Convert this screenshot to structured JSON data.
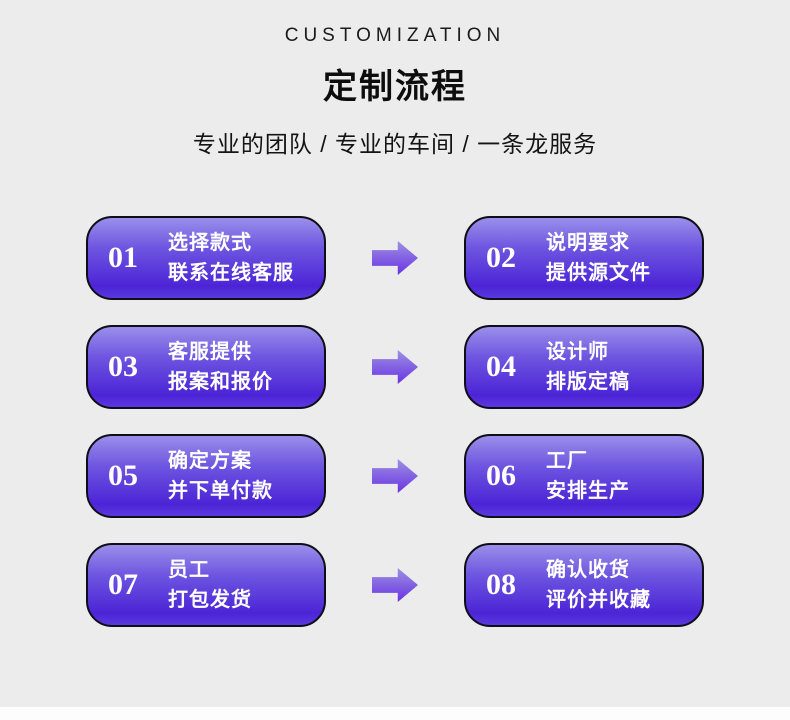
{
  "header": {
    "eyebrow": "CUSTOMIZATION",
    "title": "定制流程",
    "subtitle": "专业的团队 / 专业的车间 / 一条龙服务"
  },
  "steps": [
    {
      "number": "01",
      "line1": "选择款式",
      "line2": "联系在线客服"
    },
    {
      "number": "02",
      "line1": "说明要求",
      "line2": "提供源文件"
    },
    {
      "number": "03",
      "line1": "客服提供",
      "line2": "报案和报价"
    },
    {
      "number": "04",
      "line1": "设计师",
      "line2": "排版定稿"
    },
    {
      "number": "05",
      "line1": "确定方案",
      "line2": "并下单付款"
    },
    {
      "number": "06",
      "line1": "工厂",
      "line2": "安排生产"
    },
    {
      "number": "07",
      "line1": "员工",
      "line2": "打包发货"
    },
    {
      "number": "08",
      "line1": "确认收货",
      "line2": "评价并收藏"
    }
  ],
  "icons": [
    {
      "name": "arrow-right-icon"
    }
  ],
  "colors": {
    "page_bg": "#ececec",
    "footer_bg": "#fdfdfd",
    "box_gradient_top": "#9b8eea",
    "box_gradient_bottom": "#4c24d6",
    "box_border": "#0e0e16",
    "step_text": "#ffffff",
    "arrow_top": "#9d90e2",
    "arrow_bottom": "#6933e3"
  }
}
